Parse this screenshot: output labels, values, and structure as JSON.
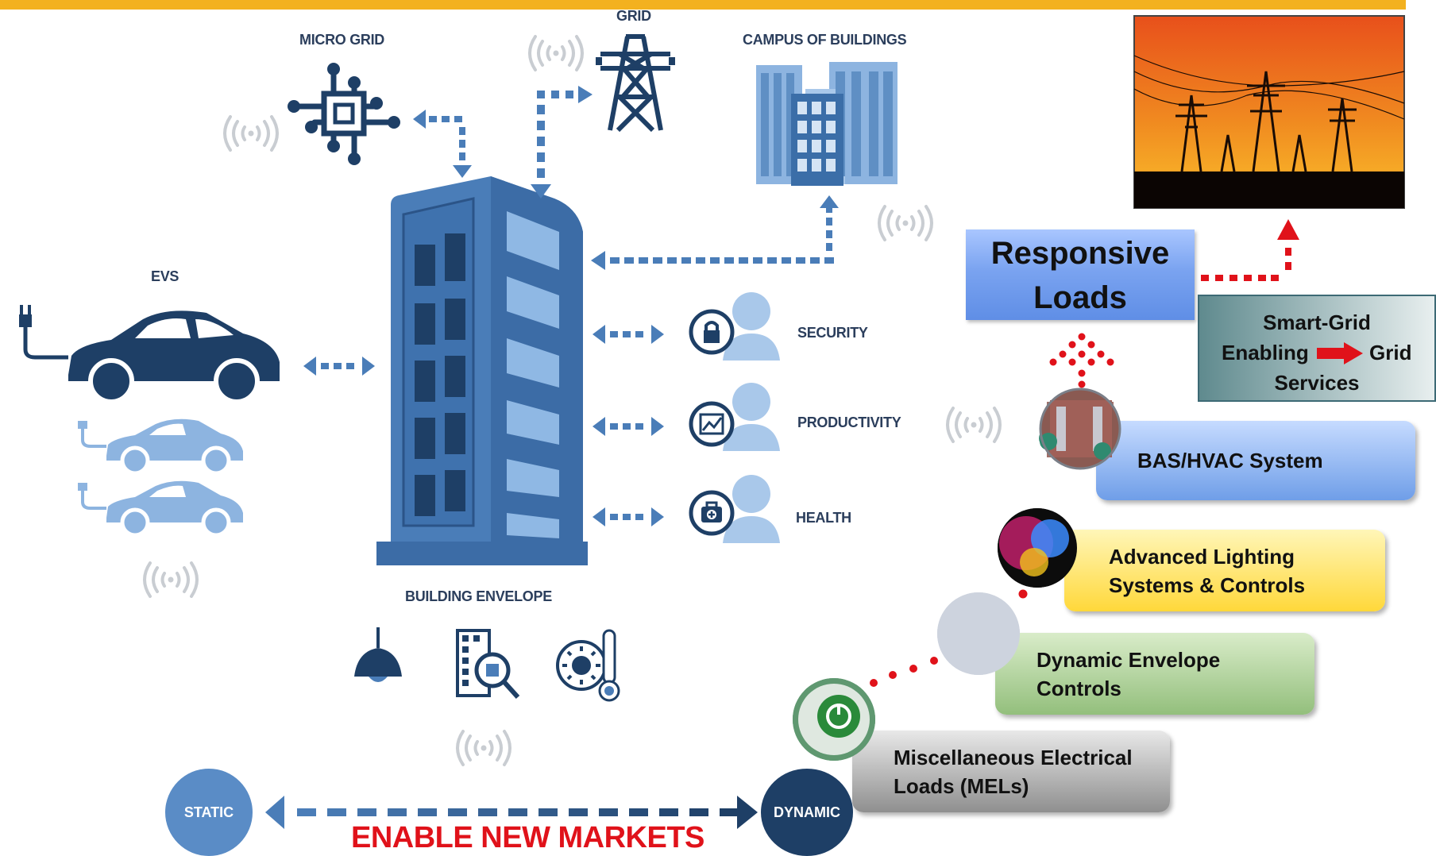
{
  "labels": {
    "grid": "GRID",
    "micro_grid": "MICRO GRID",
    "campus": "CAMPUS OF BUILDINGS",
    "evs": "EVS",
    "security": "SECURITY",
    "productivity": "PRODUCTIVITY",
    "health": "HEALTH",
    "building_envelope": "BUILDING ENVELOPE",
    "static": "STATIC",
    "dynamic": "DYNAMIC",
    "enable_new_markets": "ENABLE NEW MARKETS"
  },
  "right_panel": {
    "responsive_loads_line1": "Responsive",
    "responsive_loads_line2": "Loads",
    "smart_grid_line1": "Smart-Grid",
    "smart_grid_enabling": "Enabling",
    "smart_grid_grid": "Grid",
    "smart_grid_services": "Services",
    "cards": [
      {
        "line1": "BAS/HVAC System",
        "line2": ""
      },
      {
        "line1": "Advanced Lighting",
        "line2": "Systems & Controls"
      },
      {
        "line1": "Dynamic Envelope",
        "line2": "Controls"
      },
      {
        "line1": "Miscellaneous Electrical",
        "line2": "Loads (MELs)"
      }
    ]
  },
  "colors": {
    "accent_bar": "#f3b11f",
    "icon_blue": "#6f9fd0",
    "dark_navy": "#1e3f66",
    "red": "#e0121a"
  }
}
